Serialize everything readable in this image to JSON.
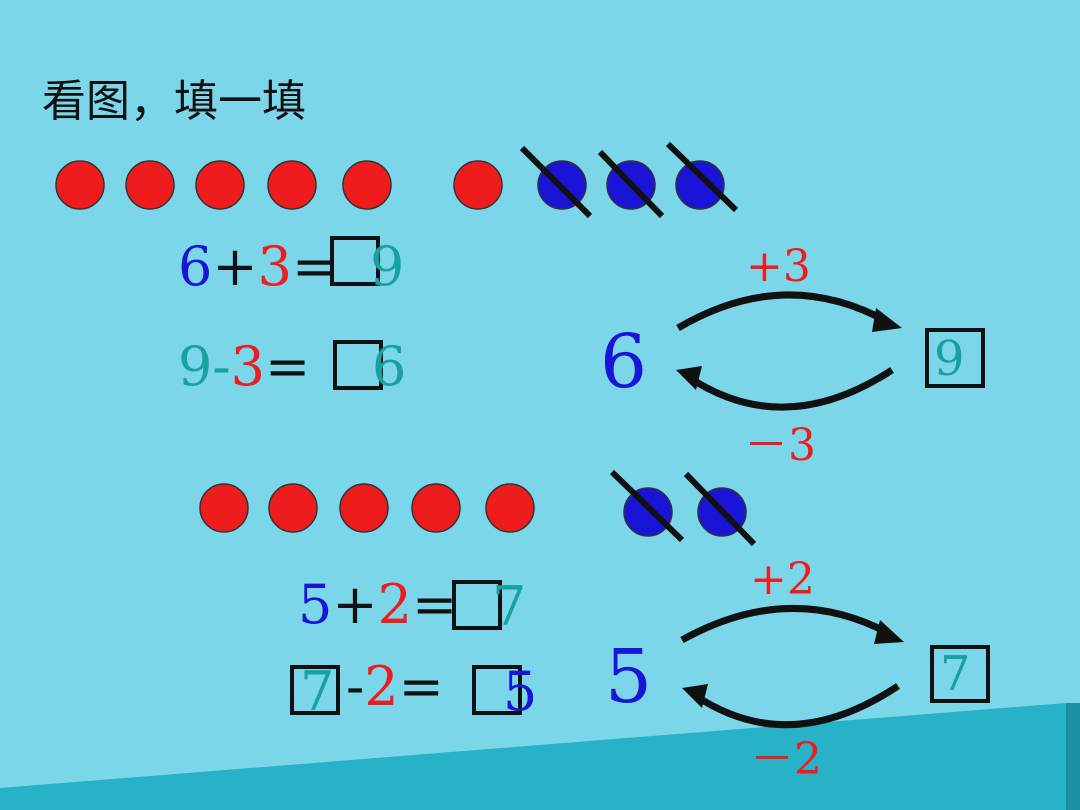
{
  "title": "看图，填一填",
  "colors": {
    "background": "#7ad6e8",
    "red": "#ee1c1c",
    "blue": "#1a14d6",
    "teal": "#17a1a1",
    "wedge": "#27b2c8"
  },
  "icons": {
    "circle": "circle-icon",
    "slash": "strike-icon",
    "arrow": "arrow-icon"
  },
  "group1": {
    "red_count": 6,
    "blue_count": 3,
    "eq1": {
      "a": "6",
      "op": "+",
      "b": "3",
      "eq": "=",
      "answer": "9"
    },
    "eq2": {
      "a": "9",
      "op": "-",
      "b": "3",
      "eq": "=",
      "answer": "6"
    },
    "diagram": {
      "start": "6",
      "end": "9",
      "plus": "+3",
      "minus": "－3"
    }
  },
  "group2": {
    "red_count": 5,
    "blue_count": 2,
    "eq1": {
      "a": "5",
      "op": "+",
      "b": "2",
      "eq": "=",
      "answer": "7"
    },
    "eq2": {
      "a": "7",
      "op": "-",
      "b": "2",
      "eq": "=",
      "answer": "5"
    },
    "diagram": {
      "start": "5",
      "end": "7",
      "plus": "+2",
      "minus": "－2"
    }
  }
}
